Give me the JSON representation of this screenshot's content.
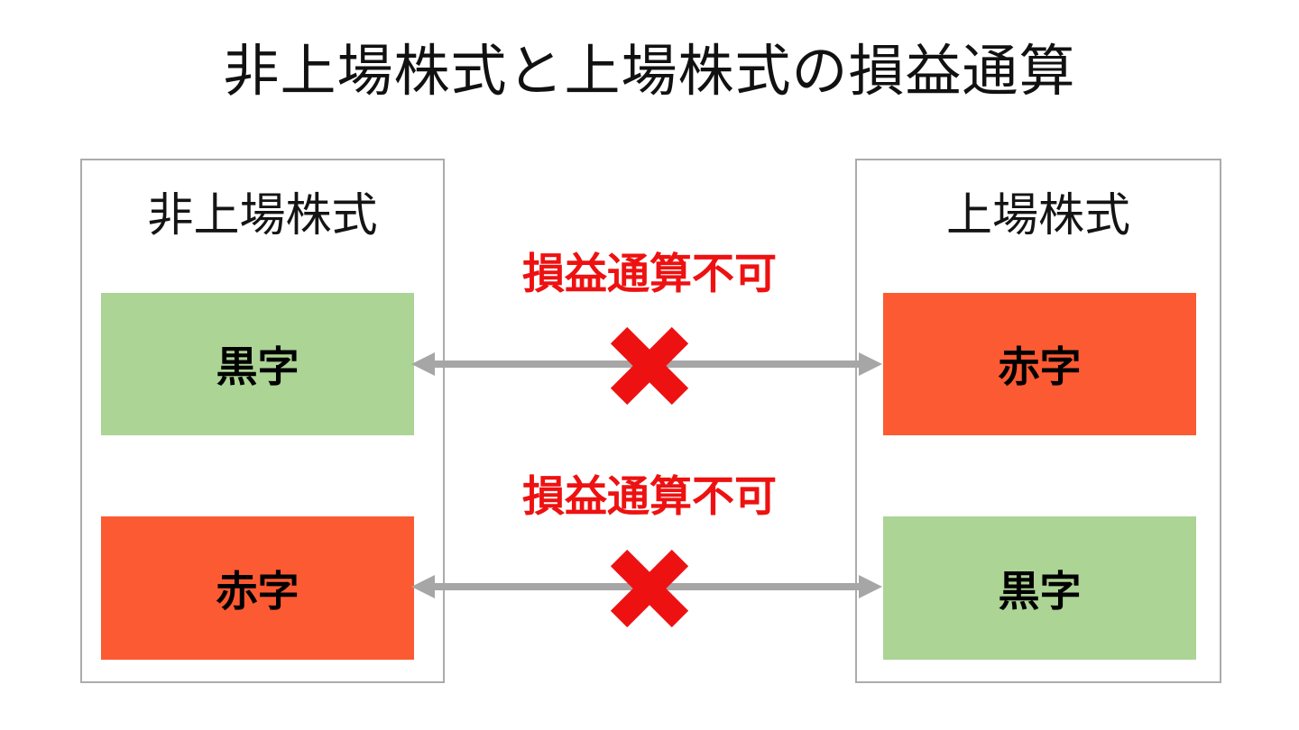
{
  "title": "非上場株式と上場株式の損益通算",
  "left_panel": {
    "header": "非上場株式",
    "boxes": [
      {
        "text": "黒字",
        "meaning": "profit",
        "color": "green"
      },
      {
        "text": "赤字",
        "meaning": "loss",
        "color": "red"
      }
    ]
  },
  "right_panel": {
    "header": "上場株式",
    "boxes": [
      {
        "text": "赤字",
        "meaning": "loss",
        "color": "red"
      },
      {
        "text": "黒字",
        "meaning": "profit",
        "color": "green"
      }
    ]
  },
  "connections": [
    {
      "label": "損益通算不可",
      "blocked": true
    },
    {
      "label": "損益通算不可",
      "blocked": true
    }
  ],
  "colors": {
    "profit_green": "#ACD495",
    "loss_orange": "#FC5A33",
    "alert_red": "#EE1111",
    "arrow_gray": "#A6A6A6",
    "panel_border": "#ABABAB",
    "title_black": "#111111"
  }
}
